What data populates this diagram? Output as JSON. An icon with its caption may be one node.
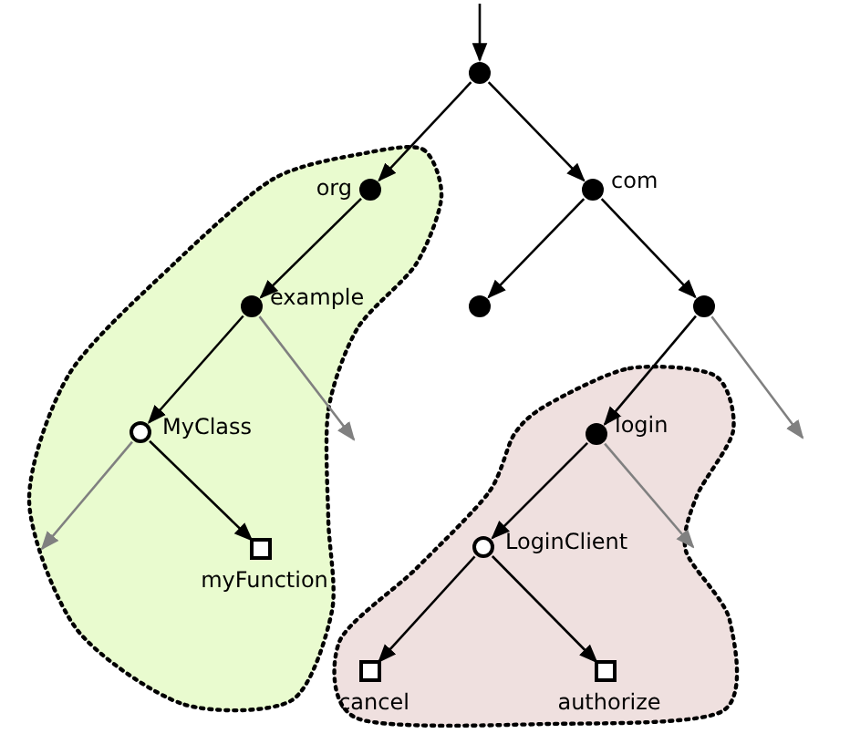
{
  "diagram": {
    "nodes": [
      {
        "text": [],
        "shape": "circle"
      },
      {
        "text": [],
        "shape": "cloud"
      },
      {
        "text": [
          "org"
        ],
        "in": 1
      },
      {
        "text": [
          "com"
        ]
      },
      {
        "text": [
          "example"
        ],
        "in": 1
      },
      {
        "text": [],
        "shape": "circle"
      },
      {
        "text": [],
        "shape": "circle"
      },
      {
        "text": [
          "MyClass"
        ],
        "in": 1
      },
      {
        "text": [],
        "shape": "cloud"
      },
      {
        "text": [
          "login"
        ],
        "in": 8
      },
      {
        "text": [
          "LoginClient"
        ],
        "in": 8
      },
      {
        "text": [
          "myFunction"
        ],
        "in": 1
      },
      {
        "text": [
          "cancel"
        ],
        "in": 8
      },
      {
        "text": [
          "authorize"
        ],
        "in": 8
      }
    ],
    "edges": [
      {
        "from": null,
        "to": 0,
        "arrow": "to"
      },
      {
        "from": 0,
        "to": 2,
        "arrow": "to"
      },
      {
        "from": 0,
        "to": 3,
        "arrow": "to"
      },
      {
        "from": 2,
        "to": 4,
        "arrow": "to"
      },
      {
        "from": 3,
        "to": 5,
        "arrow": "to"
      },
      {
        "from": 3,
        "to": 6,
        "arrow": "to"
      },
      {
        "from": 4,
        "to": 7,
        "arrow": "to"
      },
      {
        "from": 4,
        "to": null,
        "arrow": "to",
        "color": "#808080"
      },
      {
        "from": 6,
        "to": 9,
        "arrow": "to"
      },
      {
        "from": 6,
        "to": null,
        "arrow": "to",
        "color": "#808080"
      },
      {
        "from": 7,
        "to": null,
        "arrow": "to",
        "color": "#808080"
      },
      {
        "from": 7,
        "to": 11,
        "arrow": "to"
      },
      {
        "from": 9,
        "to": 10,
        "arrow": "to"
      },
      {
        "from": 9,
        "to": null,
        "arrow": "to",
        "color": "#808080"
      },
      {
        "from": 10,
        "to": 12,
        "arrow": "to"
      },
      {
        "from": 10,
        "to": 13,
        "arrow": "to"
      }
    ]
  }
}
